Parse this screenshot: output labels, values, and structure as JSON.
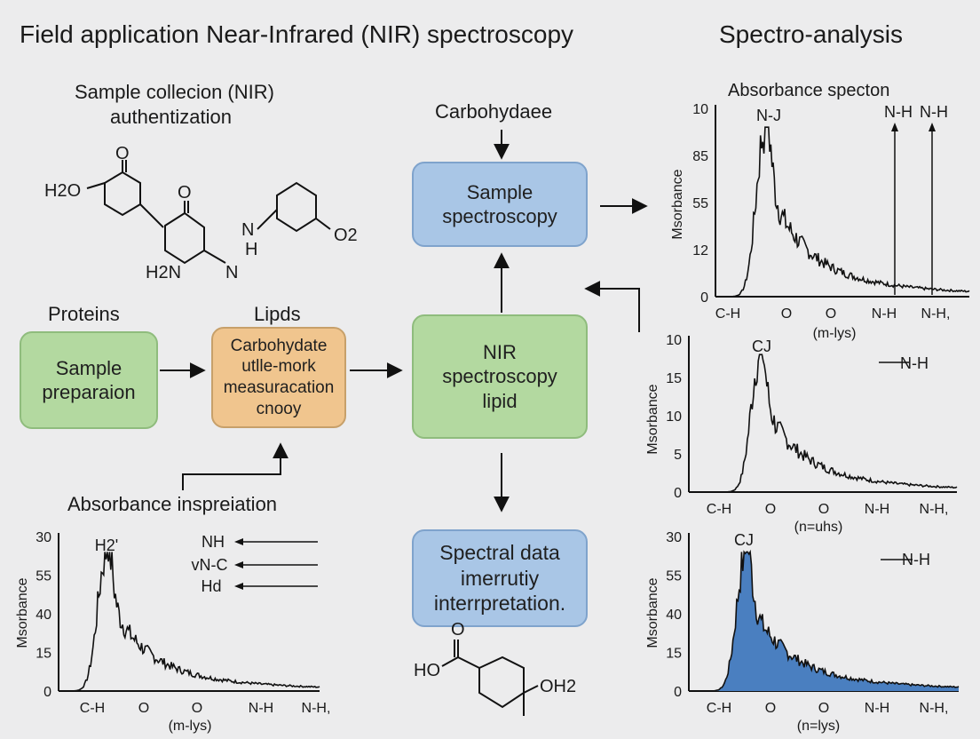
{
  "header": {
    "left_title": "Field application Near-Infrared (NIR) spectroscopy",
    "right_title": "Spectro-analysis"
  },
  "labels": {
    "sample_collection_line1": "Sample collecion (NIR)",
    "sample_collection_line2": "authentization",
    "proteins": "Proteins",
    "lipids": "Lipds",
    "carbohydrate_top": "Carbohydaee",
    "absorbance_inspiration": "Absorbance inspreiation"
  },
  "boxes": {
    "sample_preparation": [
      "Sample",
      "preparaion"
    ],
    "carbohydrate_measure": [
      "Carbohydate",
      "utlle-mork",
      "measuracation",
      "cnooy"
    ],
    "nir_lipid": [
      "NIR",
      "spectroscopy",
      "lipid"
    ],
    "sample_spectroscopy": [
      "Sample",
      "spectroscopy"
    ],
    "spectral_data": [
      "Spectral data",
      "imerrutiy",
      "interrpretation."
    ]
  },
  "molecules": {
    "top": {
      "h2o": "H2O",
      "o1": "O",
      "o2": "O",
      "nh": "N",
      "h": "H",
      "o2sub": "O2",
      "h2n": "H2N",
      "n": "N"
    },
    "bottom": {
      "o": "O",
      "ho": "HO",
      "oh2": "OH2"
    }
  },
  "colors": {
    "green_box": "#b3d9a0",
    "orange_box": "#f0c58e",
    "blue_box": "#a9c6e6",
    "fill_blue": "#4a7fc0"
  },
  "chart_data": [
    {
      "id": "top-right",
      "type": "line",
      "title": "Absorbance specton",
      "ylabel": "Msorbance",
      "xlabel": "(m-lys)",
      "y_ticks": [
        "0",
        "12",
        "55",
        "85",
        "10"
      ],
      "x_ticks": [
        "C-H",
        "O",
        "O",
        "N-H",
        "N-H,"
      ],
      "annotations": [
        "N-J",
        "N-H",
        "N-H"
      ],
      "filled": false
    },
    {
      "id": "middle-right",
      "type": "line",
      "title": "",
      "ylabel": "Msorbance",
      "xlabel": "(n=uhs)",
      "y_ticks": [
        "0",
        "5",
        "10",
        "15",
        "10"
      ],
      "x_ticks": [
        "C-H",
        "O",
        "O",
        "N-H",
        "N-H,"
      ],
      "annotations": [
        "CJ",
        "N-H"
      ],
      "filled": false
    },
    {
      "id": "bottom-right",
      "type": "area",
      "title": "",
      "ylabel": "Msorbance",
      "xlabel": "(n=lys)",
      "y_ticks": [
        "0",
        "15",
        "40",
        "55",
        "30"
      ],
      "x_ticks": [
        "C-H",
        "O",
        "O",
        "N-H",
        "N-H,"
      ],
      "annotations": [
        "CJ",
        "N-H"
      ],
      "filled": true
    },
    {
      "id": "bottom-left",
      "type": "line",
      "title": "",
      "ylabel": "Msorbance",
      "xlabel": "(m-lys)",
      "y_ticks": [
        "0",
        "15",
        "40",
        "55",
        "30"
      ],
      "x_ticks": [
        "C-H",
        "O",
        "O",
        "N-H",
        "N-H,"
      ],
      "annotations": [
        "H2'",
        "NH",
        "vN-C",
        "Hd"
      ],
      "filled": false
    }
  ]
}
